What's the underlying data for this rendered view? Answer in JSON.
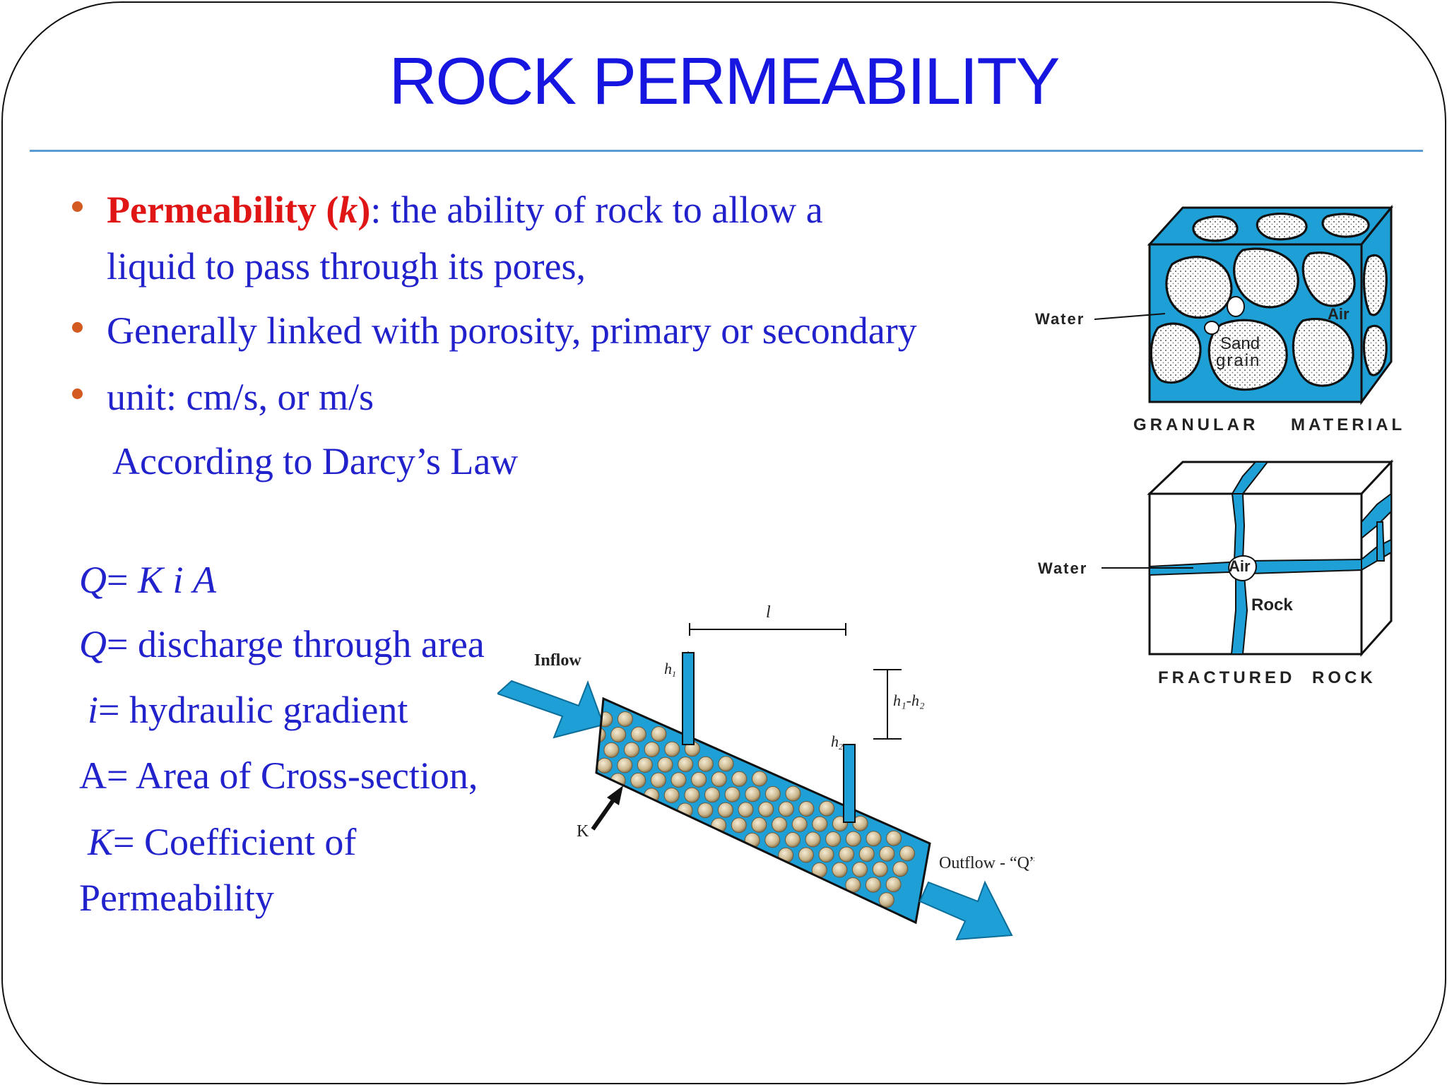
{
  "title": "ROCK PERMEABILITY",
  "bullets": [
    {
      "term": "Permeability",
      "open": " (",
      "k": "k",
      "close": ")",
      "text": ": the ability of rock to allow a",
      "cont": "liquid to pass through its pores,"
    },
    {
      "text": "Generally linked with porosity, primary or secondary"
    },
    {
      "text": "unit: cm/s, or m/s"
    }
  ],
  "darcy": "According to Darcy’s Law",
  "definitions": {
    "formula": {
      "q": "Q",
      "eq": "= ",
      "k": "K",
      "i": "i",
      "a": "A"
    },
    "q": {
      "sym": "Q",
      "text": "= discharge through area"
    },
    "i": {
      "sym": "i",
      "text": "= hydraulic gradient"
    },
    "a": {
      "sym": "A",
      "text": "= Area of Cross-section,"
    },
    "k": {
      "sym": "K",
      "text": "= Coefficient of",
      "cont": "Permeability"
    }
  },
  "darcy_figure": {
    "inflow": "Inflow",
    "outflow": "Outflow - “Q”",
    "l": "l",
    "h1": "h",
    "h1_sub": "1",
    "h2": "h",
    "h2_sub": "2",
    "dh": "h₁-h₂",
    "k": "K"
  },
  "granular_figure": {
    "water": "Water",
    "air": "Air",
    "sand": "Sand",
    "grain": "grain",
    "caption_left": "GRANULAR",
    "caption_right": "MATERIAL"
  },
  "fractured_figure": {
    "water": "Water",
    "air": "Air",
    "rock": "Rock",
    "caption_left": "FRACTURED",
    "caption_right": "ROCK"
  },
  "colors": {
    "title": "#1616e0",
    "text": "#2222cc",
    "term": "#e01616",
    "bullet": "#d35a21",
    "water": "#1e9fd6",
    "rule": "#5b9bd5"
  }
}
